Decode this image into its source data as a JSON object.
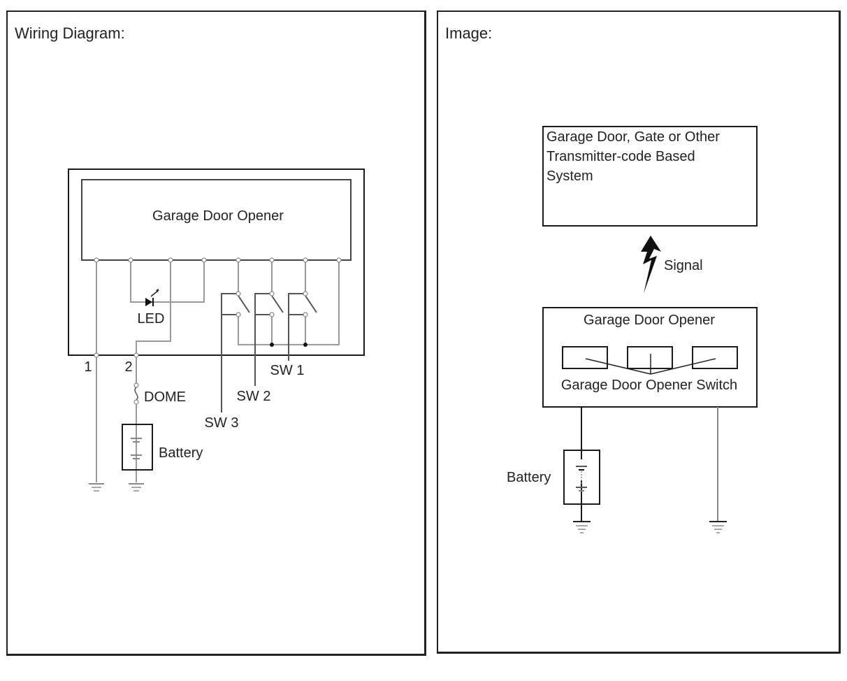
{
  "left_panel": {
    "title": "Wiring Diagram:",
    "component_label": "Garage Door Opener",
    "led_label": "LED",
    "terminal_labels": [
      "1",
      "2"
    ],
    "fuse_label": "DOME",
    "battery_label": "Battery",
    "switch_labels": [
      "SW 1",
      "SW 2",
      "SW 3"
    ]
  },
  "right_panel": {
    "title": "Image:",
    "system_box_lines": [
      "Garage Door, Gate or Other",
      "Transmitter-code Based",
      "System"
    ],
    "signal_label": "Signal",
    "opener_label": "Garage Door Opener",
    "switch_label": "Garage Door Opener Switch",
    "battery_label": "Battery"
  }
}
